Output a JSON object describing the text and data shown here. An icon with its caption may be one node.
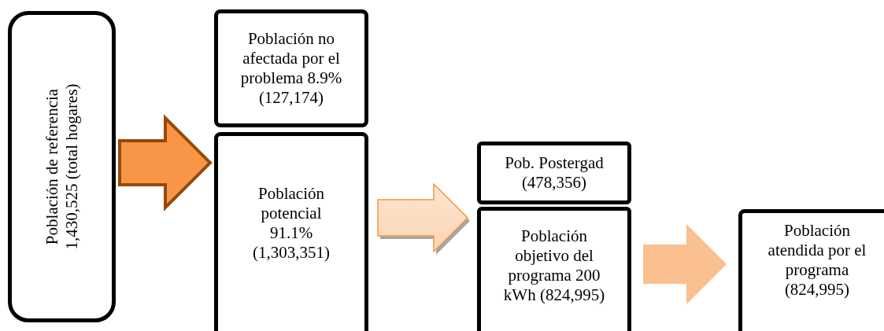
{
  "diagram": {
    "nodes": [
      {
        "text": [
          "Población de referencia 1,430,525 (total hogares)"
        ]
      },
      {
        "text": [
          "Población no afectada por el problema 8.9% (127,174)"
        ]
      },
      {
        "text": [
          "Población potencial 91.1% (1,303,351)"
        ]
      },
      {
        "text": [
          "Pob. Postergad (478,356)"
        ]
      },
      {
        "text": [
          "Población objetivo del programa 200 kWh (824,995)"
        ]
      },
      {
        "text": [
          "Población atendida por el programa (824,995)"
        ]
      }
    ],
    "edges": [
      {
        "from": 0,
        "to": 2,
        "arrow": "to",
        "color": "#f79646"
      },
      {
        "from": 2,
        "to": 4,
        "arrow": "to",
        "color": "#fcd5b4"
      },
      {
        "from": 4,
        "to": 5,
        "arrow": "to",
        "color": "#fac090"
      }
    ]
  }
}
